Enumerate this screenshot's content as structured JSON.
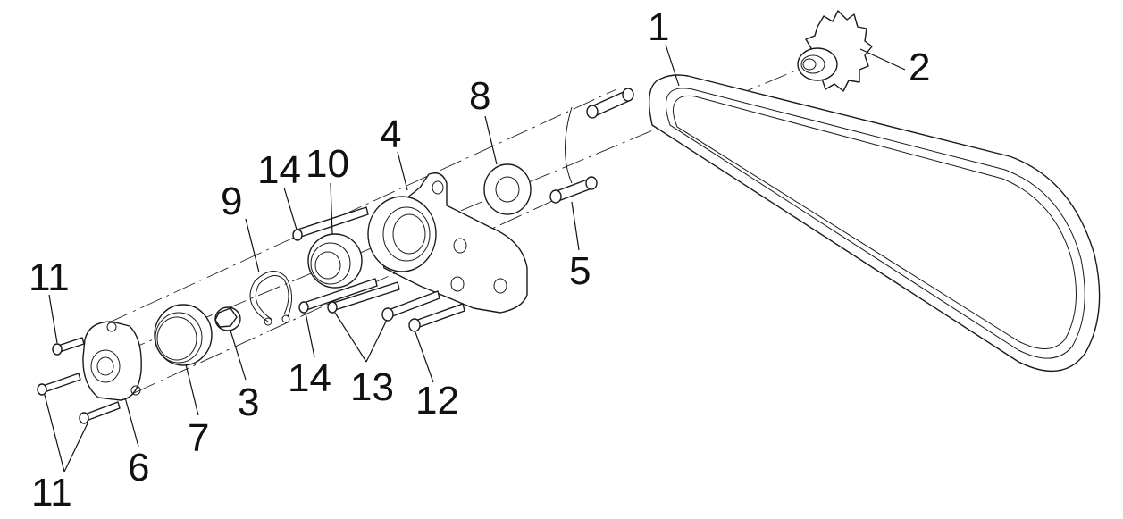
{
  "colors": {
    "line": "#1a1a1a",
    "background": "#ffffff"
  },
  "callouts": [
    {
      "id": "1",
      "text": "1"
    },
    {
      "id": "2",
      "text": "2"
    },
    {
      "id": "3",
      "text": "3"
    },
    {
      "id": "4",
      "text": "4"
    },
    {
      "id": "5",
      "text": "5"
    },
    {
      "id": "6",
      "text": "6"
    },
    {
      "id": "7",
      "text": "7"
    },
    {
      "id": "8",
      "text": "8"
    },
    {
      "id": "9",
      "text": "9"
    },
    {
      "id": "10",
      "text": "10"
    },
    {
      "id": "11a",
      "text": "11"
    },
    {
      "id": "11b",
      "text": "11"
    },
    {
      "id": "12",
      "text": "12"
    },
    {
      "id": "13",
      "text": "13"
    },
    {
      "id": "14a",
      "text": "14"
    },
    {
      "id": "14b",
      "text": "14"
    }
  ]
}
